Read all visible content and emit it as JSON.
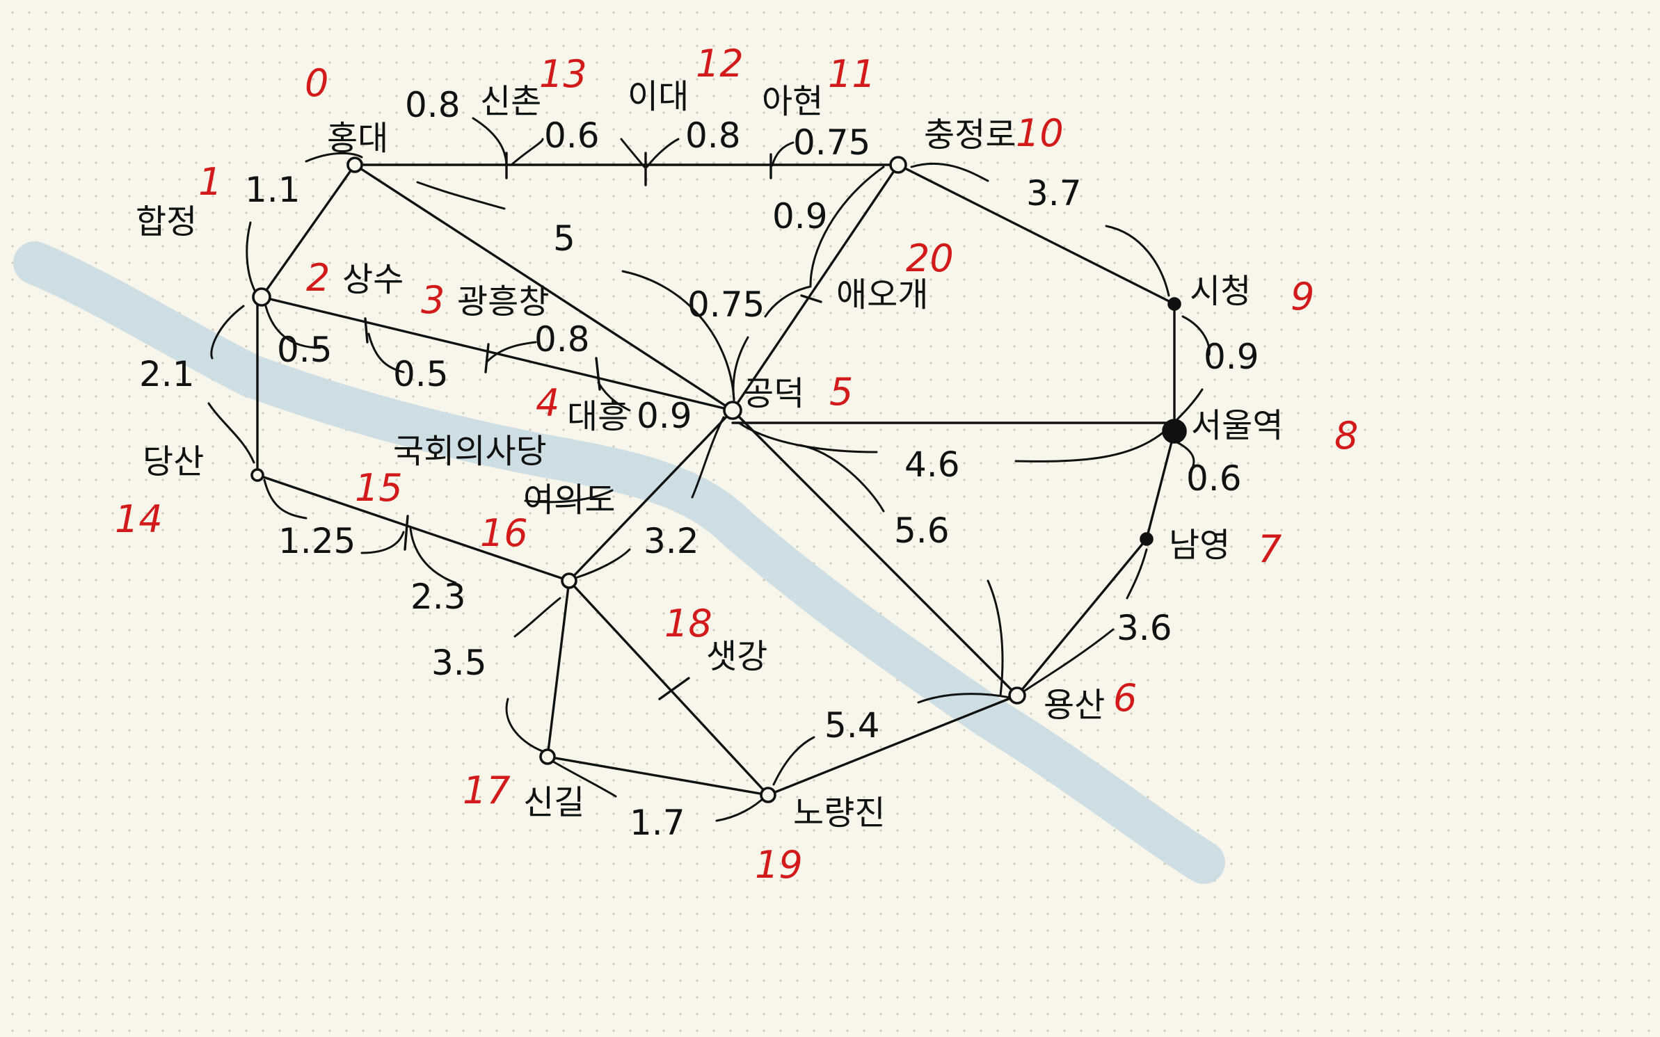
{
  "nodes": [
    {
      "id": "0",
      "name": "홍대"
    },
    {
      "id": "1",
      "name": "합정"
    },
    {
      "id": "2",
      "name": "상수"
    },
    {
      "id": "3",
      "name": "광흥창"
    },
    {
      "id": "4",
      "name": "대흥"
    },
    {
      "id": "5",
      "name": "공덕"
    },
    {
      "id": "6",
      "name": "용산"
    },
    {
      "id": "7",
      "name": "남영"
    },
    {
      "id": "8",
      "name": "서울역"
    },
    {
      "id": "9",
      "name": "시청"
    },
    {
      "id": "10",
      "name": "충정로"
    },
    {
      "id": "11",
      "name": "아현"
    },
    {
      "id": "12",
      "name": "이대"
    },
    {
      "id": "13",
      "name": "신촌"
    },
    {
      "id": "14",
      "name": "당산"
    },
    {
      "id": "15",
      "name": "국회의사당"
    },
    {
      "id": "16",
      "name": "여의도"
    },
    {
      "id": "17",
      "name": "신길"
    },
    {
      "id": "18",
      "name": "샛강"
    },
    {
      "id": "19",
      "name": "노량진"
    },
    {
      "id": "20",
      "name": "애오개"
    }
  ],
  "edges": [
    {
      "from": "0",
      "to": "13",
      "weight": "0.8"
    },
    {
      "from": "13",
      "to": "12",
      "weight": "0.6"
    },
    {
      "from": "12",
      "to": "11",
      "weight": "0.8"
    },
    {
      "from": "11",
      "to": "10",
      "weight": "0.75"
    },
    {
      "from": "0",
      "to": "1",
      "weight": "1.1"
    },
    {
      "from": "0",
      "to": "5",
      "weight": "5"
    },
    {
      "from": "10",
      "to": "9",
      "weight": "3.7"
    },
    {
      "from": "10",
      "to": "20",
      "weight": "0.9"
    },
    {
      "from": "20",
      "to": "5",
      "weight": "0.75"
    },
    {
      "from": "1",
      "to": "2",
      "weight": "0.5"
    },
    {
      "from": "2",
      "to": "3",
      "weight": "0.5"
    },
    {
      "from": "3",
      "to": "4",
      "weight": "0.8"
    },
    {
      "from": "4",
      "to": "5",
      "weight": "0.9"
    },
    {
      "from": "1",
      "to": "14",
      "weight": "2.1"
    },
    {
      "from": "9",
      "to": "8",
      "weight": "0.9"
    },
    {
      "from": "5",
      "to": "8",
      "weight": "4.6"
    },
    {
      "from": "5",
      "to": "6",
      "weight": "5.6"
    },
    {
      "from": "8",
      "to": "7",
      "weight": "0.6"
    },
    {
      "from": "7",
      "to": "6",
      "weight": "3.6"
    },
    {
      "from": "14",
      "to": "15",
      "weight": "1.25"
    },
    {
      "from": "15",
      "to": "16",
      "weight": "2.3"
    },
    {
      "from": "16",
      "to": "5",
      "weight": "3.2"
    },
    {
      "from": "16",
      "to": "17",
      "weight": "3.5"
    },
    {
      "from": "17",
      "to": "19",
      "weight": "1.7"
    },
    {
      "from": "19",
      "to": "6",
      "weight": "5.4"
    }
  ],
  "colors": {
    "ink": "#111111",
    "index": "#d21a1a",
    "river": "#c8dde3",
    "paper": "#f8f6ea"
  }
}
